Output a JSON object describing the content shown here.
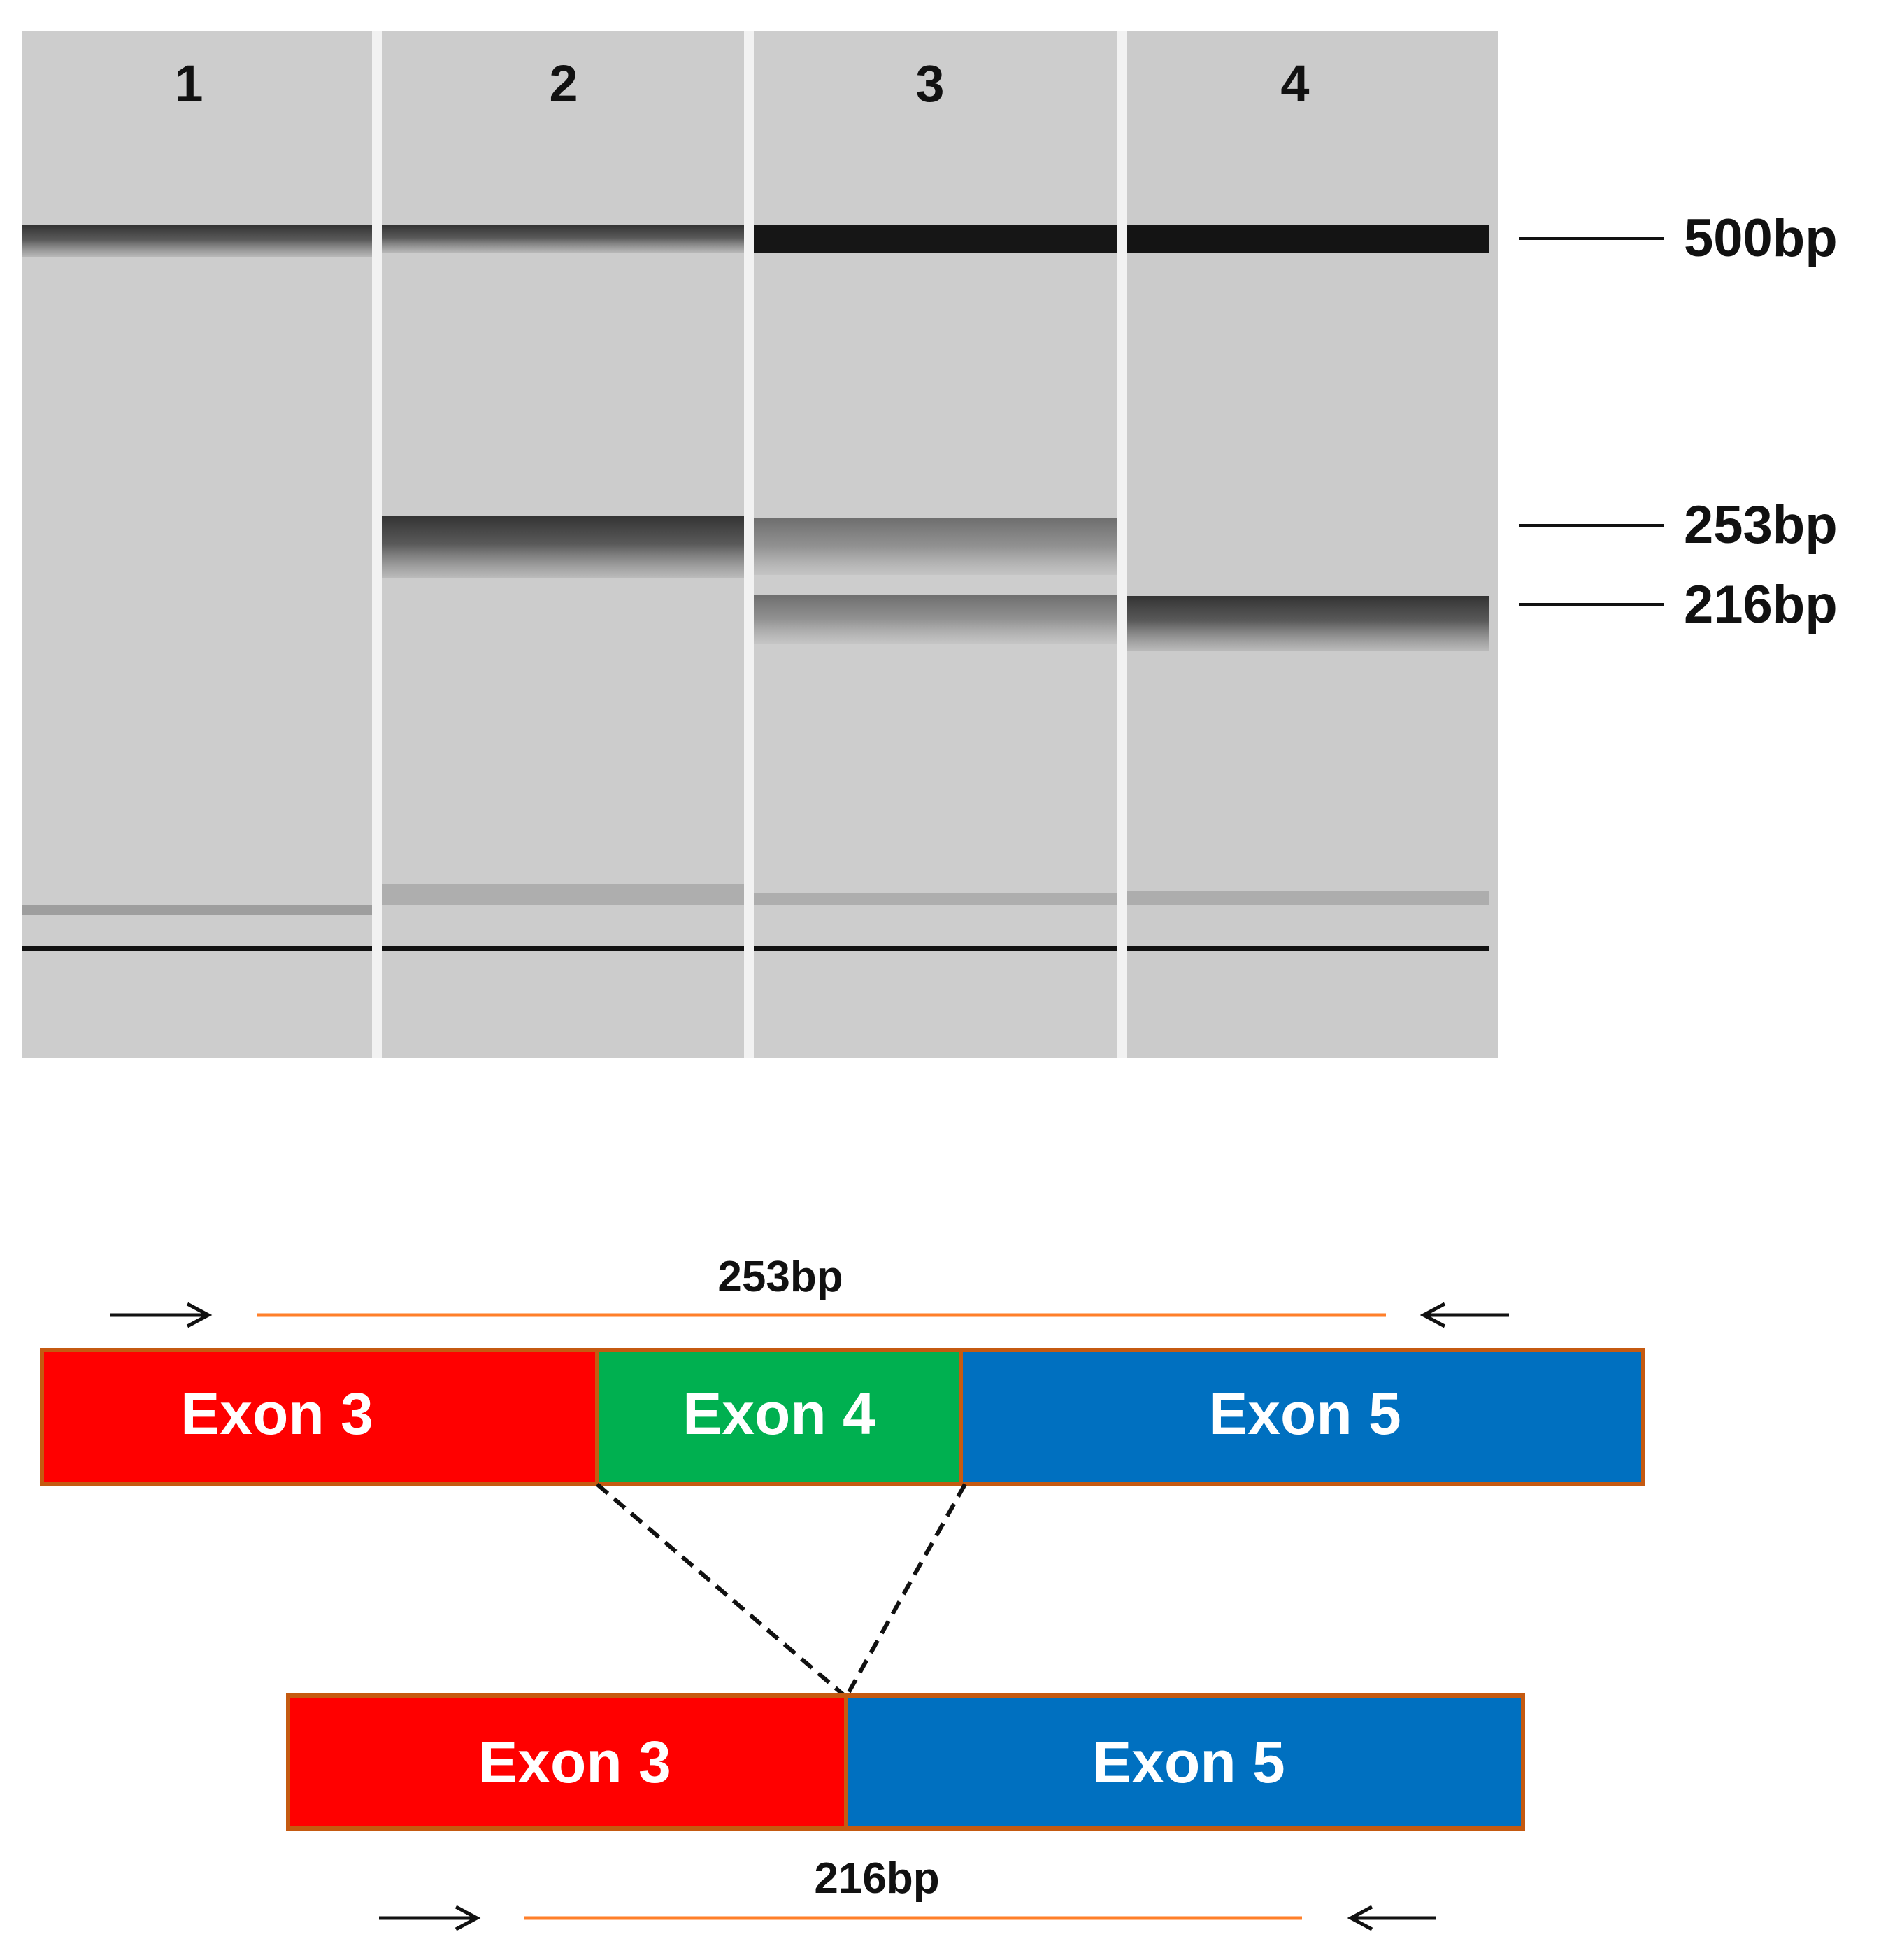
{
  "colors": {
    "gel_background": "#cbcbcb",
    "lane_separator": "#f2f2f2",
    "band_dark": "#1c1c1c",
    "band_mid": "#3a3a3a",
    "exon3": "#ff0000",
    "exon4": "#00b050",
    "exon5": "#0070c0",
    "exon_border": "#c55a11",
    "amplicon_line": "#ff7f2a",
    "text_dark": "#111111",
    "text_exon": "#ffffff"
  },
  "gel": {
    "lanes": [
      {
        "label": "1",
        "bands": []
      },
      {
        "label": "2",
        "bands": [
          "253bp"
        ]
      },
      {
        "label": "3",
        "bands": [
          "253bp",
          "216bp"
        ]
      },
      {
        "label": "4",
        "bands": [
          "216bp"
        ]
      }
    ],
    "markers": [
      {
        "label": "500bp"
      },
      {
        "label": "253bp"
      },
      {
        "label": "216bp"
      }
    ]
  },
  "diagram": {
    "full_transcript": {
      "amplicon_label": "253bp",
      "exons": [
        {
          "label": "Exon 3",
          "color_key": "exon3"
        },
        {
          "label": "Exon 4",
          "color_key": "exon4"
        },
        {
          "label": "Exon 5",
          "color_key": "exon5"
        }
      ]
    },
    "skipped_transcript": {
      "amplicon_label": "216bp",
      "exons": [
        {
          "label": "Exon 3",
          "color_key": "exon3"
        },
        {
          "label": "Exon 5",
          "color_key": "exon5"
        }
      ]
    },
    "primer_icons": [
      "forward-arrow-icon",
      "reverse-arrow-icon"
    ]
  }
}
